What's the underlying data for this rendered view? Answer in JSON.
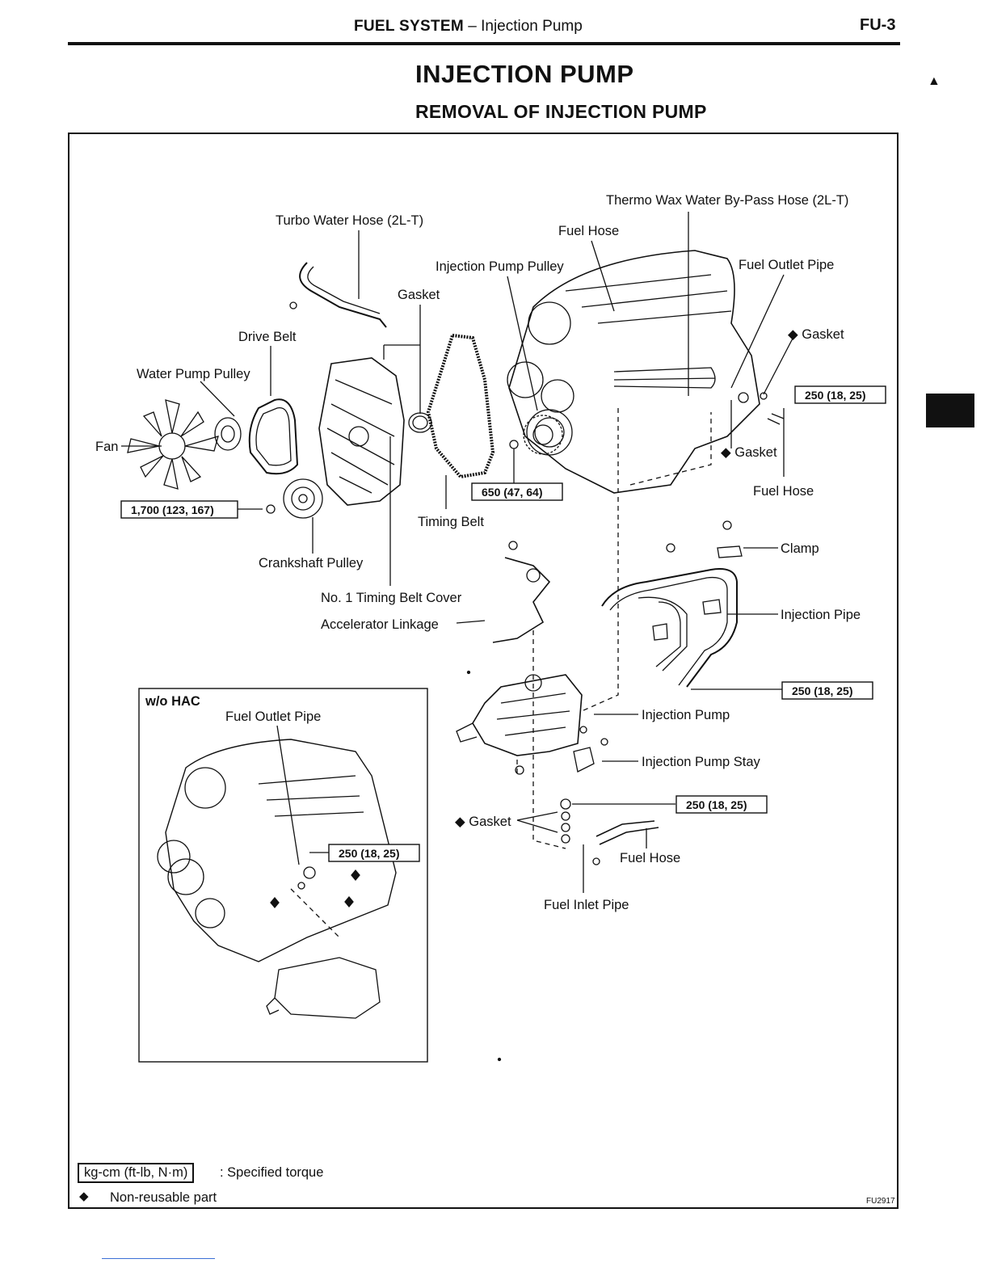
{
  "header": {
    "section": "FUEL SYSTEM",
    "sep": " – ",
    "sub": "Injection Pump",
    "page": "FU-3"
  },
  "title": "INJECTION PUMP",
  "subtitle": "REMOVAL OF INJECTION PUMP",
  "labels": {
    "thermo": "Thermo Wax Water By-Pass Hose (2L-T)",
    "turbo_hose": "Turbo Water Hose (2L-T)",
    "fuel_hose_top": "Fuel Hose",
    "pump_pulley": "Injection Pump Pulley",
    "fuel_outlet": "Fuel Outlet Pipe",
    "gasket_top": "Gasket",
    "gasket_right1": "◆ Gasket",
    "drive_belt": "Drive Belt",
    "water_pump_pulley": "Water Pump Pulley",
    "fan": "Fan",
    "gasket_right2": "◆ Gasket",
    "fuel_hose_right": "Fuel Hose",
    "timing_belt": "Timing Belt",
    "crank_pulley": "Crankshaft Pulley",
    "timing_cover": "No. 1 Timing Belt Cover",
    "accel": "Accelerator Linkage",
    "clamp": "Clamp",
    "inj_pipe": "Injection Pipe",
    "inj_pump": "Injection Pump",
    "inj_pump_stay": "Injection Pump Stay",
    "gasket_bottom": "◆ Gasket",
    "fuel_hose_bottom": "Fuel Hose",
    "fuel_inlet": "Fuel Inlet Pipe",
    "inset_title": "w/o HAC",
    "inset_outlet": "Fuel Outlet Pipe"
  },
  "torques": {
    "t1": "250 (18, 25)",
    "t2": "650 (47, 64)",
    "t3": "1,700 (123, 167)",
    "t4": "250 (18, 25)",
    "t5": "250 (18, 25)",
    "t6": "250 (18, 25)"
  },
  "legend": {
    "torque_unit": "kg-cm (ft-lb, N·m)",
    "torque_text": ":  Specified torque",
    "diamond": "◆",
    "nonreusable": "Non-reusable part"
  },
  "figure_code": "FU2917"
}
